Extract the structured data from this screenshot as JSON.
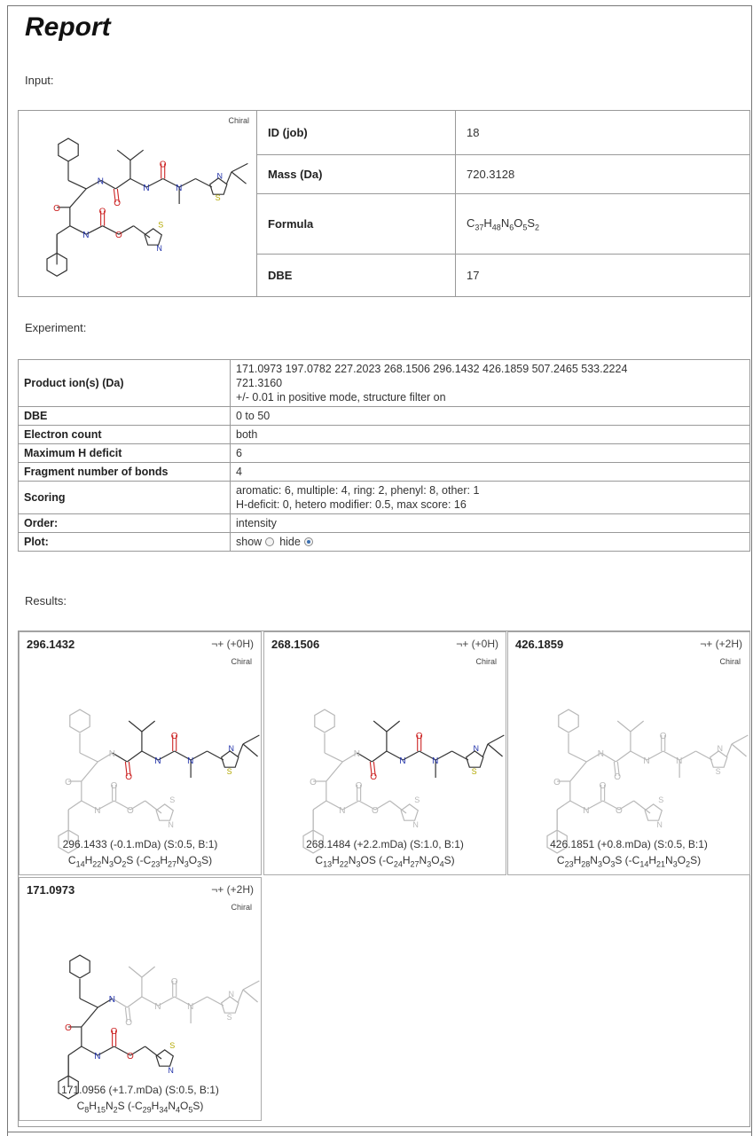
{
  "report": {
    "title": "Report"
  },
  "sections": {
    "input": "Input:",
    "experiment": "Experiment:",
    "results": "Results:"
  },
  "chiral_label": "Chiral",
  "input": {
    "rows": [
      {
        "key": "ID (job)",
        "value": "18"
      },
      {
        "key": "Mass (Da)",
        "value": "720.3128"
      },
      {
        "key": "Formula",
        "value": "C37H48N6O5S2"
      },
      {
        "key": "DBE",
        "value": "17"
      }
    ]
  },
  "experiment": {
    "rows": [
      {
        "key": "Product ion(s) (Da)",
        "lines": [
          "171.0973 197.0782 227.2023 268.1506 296.1432 426.1859 507.2465 533.2224",
          "721.3160",
          "+/- 0.01 in positive mode, structure filter on"
        ]
      },
      {
        "key": "DBE",
        "lines": [
          "0 to 50"
        ]
      },
      {
        "key": "Electron count",
        "lines": [
          "both"
        ]
      },
      {
        "key": "Maximum H deficit",
        "lines": [
          "6"
        ]
      },
      {
        "key": "Fragment number of bonds",
        "lines": [
          "4"
        ]
      },
      {
        "key": "Scoring",
        "lines": [
          "aromatic: 6, multiple: 4, ring: 2, phenyl: 8, other: 1",
          "H-deficit: 0, hetero modifier: 0.5, max score: 16"
        ]
      },
      {
        "key": "Order:",
        "lines": [
          "intensity"
        ]
      },
      {
        "key": "Plot:",
        "plot": {
          "show_label": "show",
          "hide_label": "hide",
          "selected": "hide"
        }
      }
    ]
  },
  "results": [
    {
      "mass": "296.1432",
      "shift": "¬+ (+0H)",
      "caption": "296.1433 (-0.1.mDa) (S:0.5, B:1)",
      "formula": "C14H22N3O2S (-C23H27N3O3S)"
    },
    {
      "mass": "268.1506",
      "shift": "¬+ (+0H)",
      "caption": "268.1484 (+2.2.mDa) (S:1.0, B:1)",
      "formula": "C13H22N3OS (-C24H27N3O4S)"
    },
    {
      "mass": "426.1859",
      "shift": "¬+ (+2H)",
      "caption": "426.1851 (+0.8.mDa) (S:0.5, B:1)",
      "formula": "C23H28N3O3S (-C14H21N3O2S)"
    },
    {
      "mass": "171.0973",
      "shift": "¬+ (+2H)",
      "caption": "171.0956 (+1.7.mDa) (S:0.5, B:1)",
      "formula": "C8H15N2S (-C29H34N4O5S)"
    }
  ],
  "colors": {
    "dark": "#333333",
    "faint": "#b8b8b8",
    "oxygen": "#cc2222",
    "nitrogen": "#2233aa",
    "sulfur": "#b3a800"
  }
}
